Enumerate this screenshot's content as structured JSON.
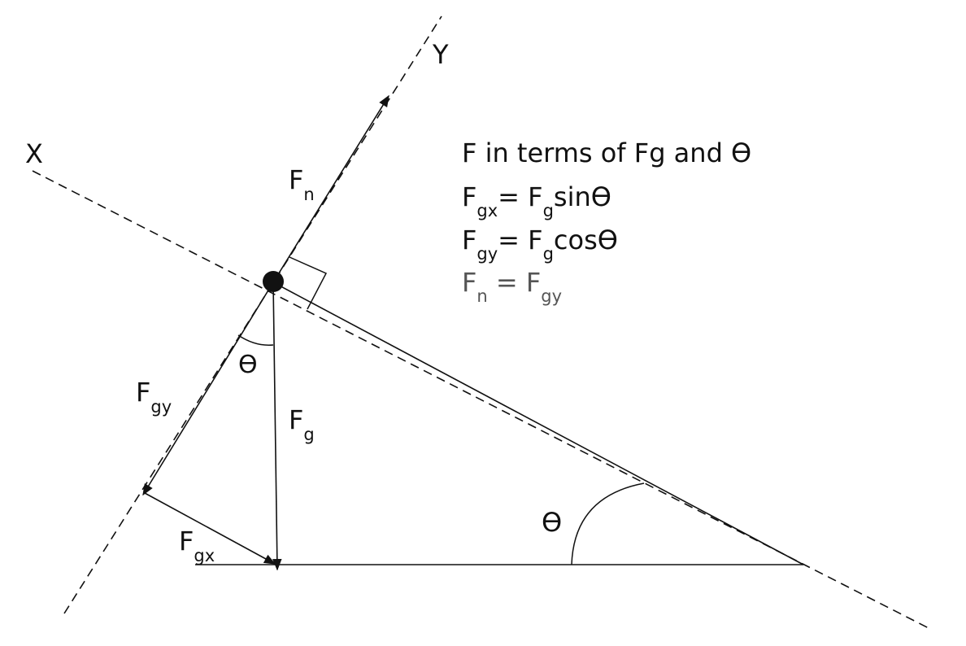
{
  "axes": {
    "x_label": "X",
    "y_label": "Y"
  },
  "forces": {
    "normal": {
      "main": "F",
      "sub": "n"
    },
    "gravity": {
      "main": "F",
      "sub": "g"
    },
    "gravity_y": {
      "main": "F",
      "sub": "gy"
    },
    "gravity_x": {
      "main": "F",
      "sub": "gx"
    }
  },
  "angles": {
    "top_theta": "ϴ",
    "incline_theta": "ϴ"
  },
  "equations": {
    "heading": "F in terms of Fg and ϴ",
    "line1": {
      "lhs_main": "F",
      "lhs_sub": "gx",
      "eq": "= ",
      "rhs_main": "F",
      "rhs_sub": "g",
      "rhs_tail": "sinϴ"
    },
    "line2": {
      "lhs_main": "F",
      "lhs_sub": "gy",
      "eq": "= ",
      "rhs_main": "F",
      "rhs_sub": "g",
      "rhs_tail": "cosϴ"
    },
    "line3": {
      "lhs_main": "F",
      "lhs_sub": "n",
      "eq": " = ",
      "rhs_main": "F",
      "rhs_sub": "gy"
    }
  },
  "colors": {
    "stroke": "#111111",
    "muted_text": "#555555"
  }
}
